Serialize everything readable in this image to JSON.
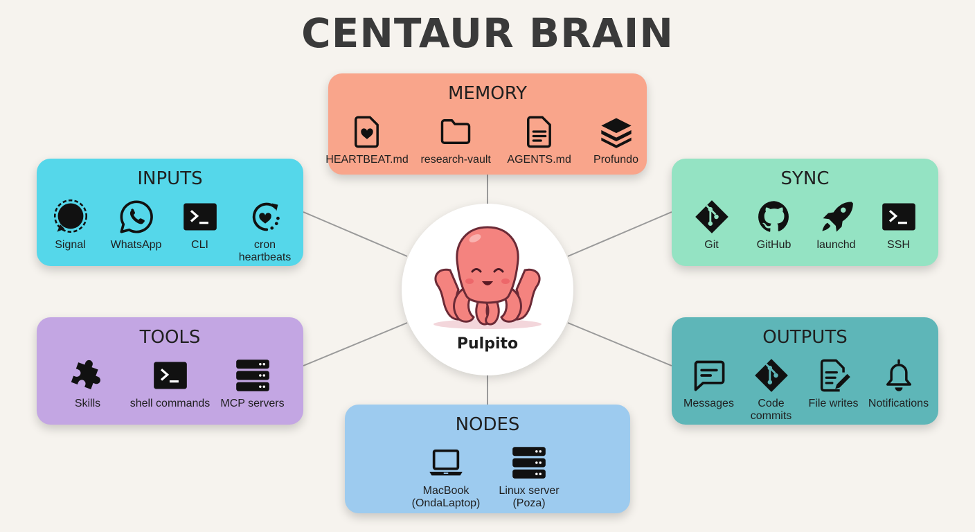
{
  "title": "CENTAUR BRAIN",
  "center": {
    "name": "Pulpito",
    "icon": "octopus-mascot"
  },
  "colors": {
    "background": "#f6f3ee",
    "memory": "#f9a58b",
    "inputs": "#55d7ea",
    "sync": "#94e3c3",
    "tools": "#c3a6e3",
    "outputs": "#5eb6b8",
    "nodes": "#9dcbef",
    "center": "#ffffff",
    "connector": "#9a9a9a"
  },
  "memory": {
    "heading": "MEMORY",
    "items": [
      {
        "label": "HEARTBEAT.md",
        "icon": "file-heart-icon"
      },
      {
        "label": "research-vault",
        "icon": "folder-icon"
      },
      {
        "label": "AGENTS.md",
        "icon": "document-icon"
      },
      {
        "label": "Profundo",
        "icon": "layers-icon"
      }
    ]
  },
  "inputs": {
    "heading": "INPUTS",
    "items": [
      {
        "label": "Signal",
        "icon": "signal-icon"
      },
      {
        "label": "WhatsApp",
        "icon": "whatsapp-icon"
      },
      {
        "label": "CLI",
        "icon": "terminal-icon"
      },
      {
        "label": "cron\nheartbeats",
        "icon": "heart-refresh-icon"
      }
    ]
  },
  "sync": {
    "heading": "SYNC",
    "items": [
      {
        "label": "Git",
        "icon": "git-icon"
      },
      {
        "label": "GitHub",
        "icon": "github-icon"
      },
      {
        "label": "launchd",
        "icon": "rocket-icon"
      },
      {
        "label": "SSH",
        "icon": "terminal-icon"
      }
    ]
  },
  "tools": {
    "heading": "TOOLS",
    "items": [
      {
        "label": "Skills",
        "icon": "puzzle-icon"
      },
      {
        "label": "shell commands",
        "icon": "terminal-icon"
      },
      {
        "label": "MCP servers",
        "icon": "server-icon"
      }
    ]
  },
  "outputs": {
    "heading": "OUTPUTS",
    "items": [
      {
        "label": "Messages",
        "icon": "message-icon"
      },
      {
        "label": "Code\ncommits",
        "icon": "git-icon"
      },
      {
        "label": "File writes",
        "icon": "file-edit-icon"
      },
      {
        "label": "Notifications",
        "icon": "bell-icon"
      }
    ]
  },
  "nodes": {
    "heading": "NODES",
    "items": [
      {
        "label": "MacBook\n(OndaLaptop)",
        "icon": "laptop-icon"
      },
      {
        "label": "Linux server\n(Poza)",
        "icon": "server-icon"
      }
    ]
  }
}
